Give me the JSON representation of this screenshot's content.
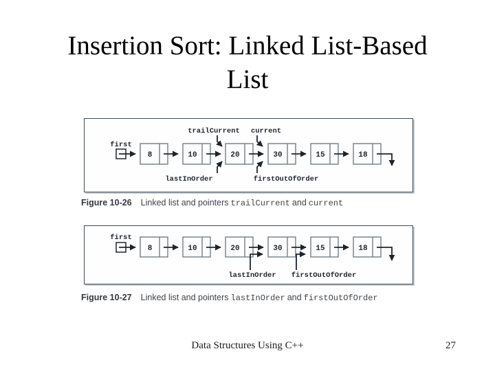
{
  "slide": {
    "title_line1": "Insertion Sort: Linked List-Based",
    "title_line2": "List",
    "footer_text": "Data Structures Using C++",
    "page_number": "27"
  },
  "figure1": {
    "first_label": "first",
    "nodes": [
      "8",
      "10",
      "20",
      "30",
      "15",
      "18"
    ],
    "pointer_top_1": "trailCurrent",
    "pointer_top_2": "current",
    "pointer_bottom_1": "lastInOrder",
    "pointer_bottom_2": "firstOutOfOrder",
    "caption_label": "Figure 10-26",
    "caption_text_1": "Linked list and pointers",
    "caption_code_1": "trailCurrent",
    "caption_text_2": "and",
    "caption_code_2": "current"
  },
  "figure2": {
    "first_label": "first",
    "nodes": [
      "8",
      "10",
      "20",
      "30",
      "15",
      "18"
    ],
    "pointer_bottom_1": "lastInOrder",
    "pointer_bottom_2": "firstOutOfOrder",
    "caption_label": "Figure 10-27",
    "caption_text_1": "Linked list and pointers",
    "caption_code_1": "lastInOrder",
    "caption_text_2": "and",
    "caption_code_2": "firstOutOfOrder"
  },
  "colors": {
    "background": "#ffffff",
    "diagram_ink": "#1f242b",
    "node_border": "#737d84",
    "frame_border": "#3f4a53",
    "caption_text": "#3d4247",
    "title_text": "#000000"
  }
}
